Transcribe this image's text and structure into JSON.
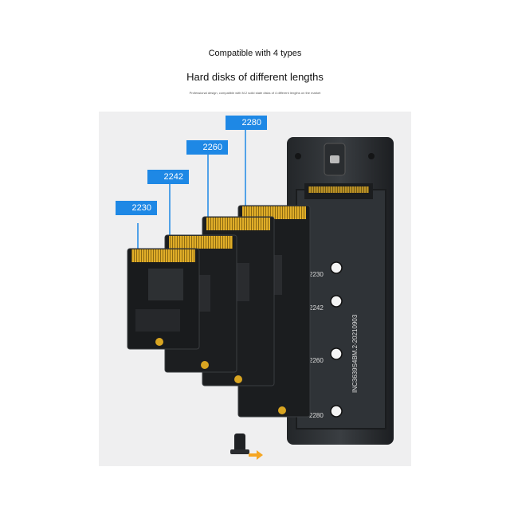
{
  "header": {
    "subtitle": "Compatible with 4 types",
    "title": "Hard disks of different lengths",
    "tagline": "Professional design, compatible with M.2 solid state disks of 4 different lengths on the market"
  },
  "product": {
    "size_tags": [
      "2230",
      "2242",
      "2260",
      "2280"
    ],
    "enclosure_marks": [
      "2230",
      "2242",
      "2260",
      "2280"
    ],
    "model_code": "INC3639S4BM.2-20210903"
  },
  "colors": {
    "accent": "#1e88e5",
    "pcb": "#1d1f21",
    "gold": "#d9a521",
    "enclosure": "#2b2e31",
    "background": "#efeff0"
  },
  "icons": {
    "usb_port": "usb-c-port-icon",
    "screw": "standoff-screw-icon",
    "arrow": "arrow-right-icon"
  }
}
